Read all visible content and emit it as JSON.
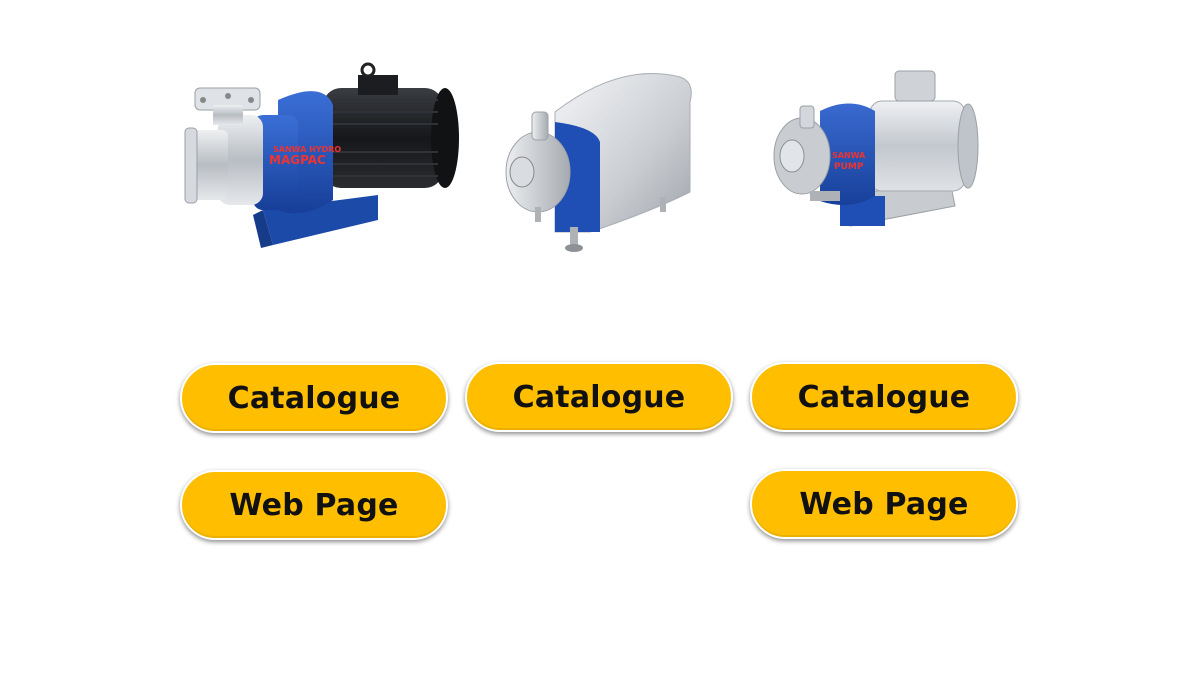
{
  "products": [
    {
      "icon": "magnetic-drive-pump-with-black-motor",
      "logo_text_top": "SANWA HYDRO",
      "logo_text": "MAGPAC",
      "buttons": {
        "catalogue_label": "Catalogue",
        "webpage_label": "Web Page"
      }
    },
    {
      "icon": "sanitary-pump-with-stainless-cover",
      "buttons": {
        "catalogue_label": "Catalogue"
      }
    },
    {
      "icon": "compact-magnetic-pump-with-gray-motor",
      "logo_text_top": "SANWA",
      "logo_text": "PUMP",
      "buttons": {
        "catalogue_label": "Catalogue",
        "webpage_label": "Web Page"
      }
    }
  ],
  "colors": {
    "button_fill": "#ffbf00",
    "button_text": "#111111",
    "pump_blue": "#1f4fb5",
    "steel": "#c9cdd2",
    "motor_black": "#1b1d20",
    "motor_gray": "#d3d7dc"
  }
}
